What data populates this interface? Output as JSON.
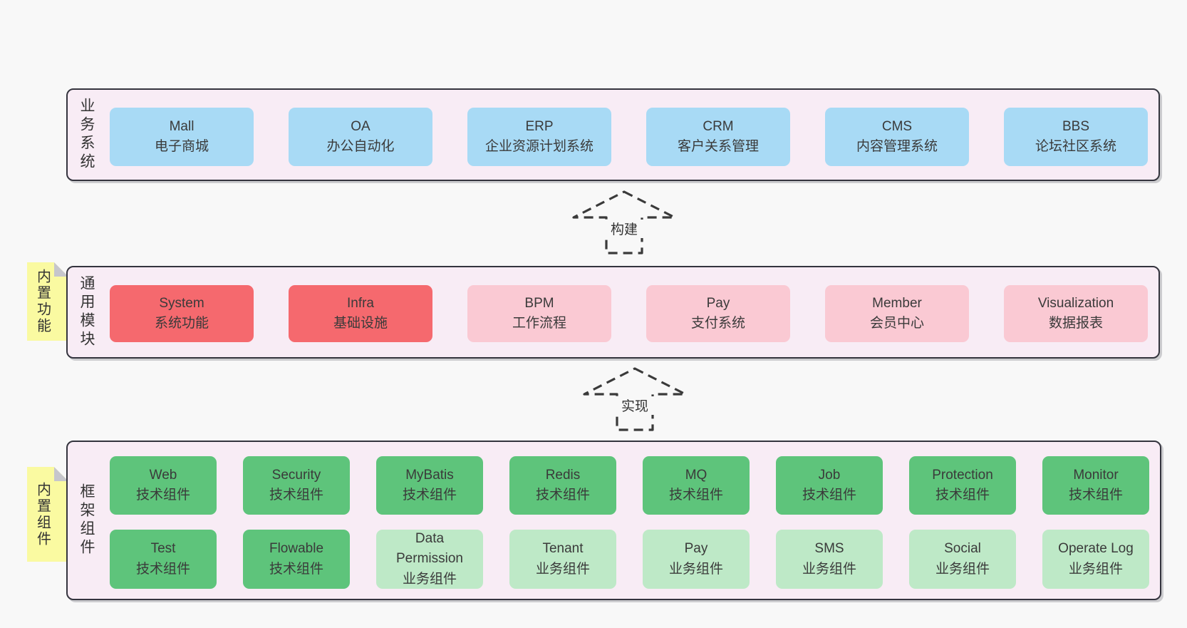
{
  "colors": {
    "page_background": "#f8f8f8",
    "container_background": "#f8ecf5",
    "container_border": "#34343e",
    "business_box": "#a8daf5",
    "core_module_box": "#f5696e",
    "optional_module_box": "#fac9d3",
    "tech_component_box": "#5ec47b",
    "biz_component_box": "#bee9c7",
    "sticky_note": "#fafaa1",
    "sticky_fold": "#c6c6cc",
    "text": "#3a3a3a"
  },
  "arrows": [
    {
      "label": "构建"
    },
    {
      "label": "实现"
    }
  ],
  "sections": [
    {
      "label": "业务系统",
      "rows": [
        [
          {
            "name": "Mall",
            "desc": "电子商城"
          },
          {
            "name": "OA",
            "desc": "办公自动化"
          },
          {
            "name": "ERP",
            "desc": "企业资源计划系统"
          },
          {
            "name": "CRM",
            "desc": "客户关系管理"
          },
          {
            "name": "CMS",
            "desc": "内容管理系统"
          },
          {
            "name": "BBS",
            "desc": "论坛社区系统"
          }
        ]
      ]
    },
    {
      "label": "通用模块",
      "sticky": "内置功能",
      "rows": [
        [
          {
            "name": "System",
            "desc": "系统功能"
          },
          {
            "name": "Infra",
            "desc": "基础设施"
          },
          {
            "name": "BPM",
            "desc": "工作流程"
          },
          {
            "name": "Pay",
            "desc": "支付系统"
          },
          {
            "name": "Member",
            "desc": "会员中心"
          },
          {
            "name": "Visualization",
            "desc": "数据报表"
          }
        ]
      ]
    },
    {
      "label": "框架组件",
      "sticky": "内置组件",
      "rows": [
        [
          {
            "name": "Web",
            "desc": "技术组件"
          },
          {
            "name": "Security",
            "desc": "技术组件"
          },
          {
            "name": "MyBatis",
            "desc": "技术组件"
          },
          {
            "name": "Redis",
            "desc": "技术组件"
          },
          {
            "name": "MQ",
            "desc": "技术组件"
          },
          {
            "name": "Job",
            "desc": "技术组件"
          },
          {
            "name": "Protection",
            "desc": "技术组件"
          },
          {
            "name": "Monitor",
            "desc": "技术组件"
          }
        ],
        [
          {
            "name": "Test",
            "desc": "技术组件"
          },
          {
            "name": "Flowable",
            "desc": "技术组件"
          },
          {
            "name": "Data Permission",
            "desc": "业务组件"
          },
          {
            "name": "Tenant",
            "desc": "业务组件"
          },
          {
            "name": "Pay",
            "desc": "业务组件"
          },
          {
            "name": "SMS",
            "desc": "业务组件"
          },
          {
            "name": "Social",
            "desc": "业务组件"
          },
          {
            "name": "Operate Log",
            "desc": "业务组件"
          }
        ]
      ]
    }
  ]
}
